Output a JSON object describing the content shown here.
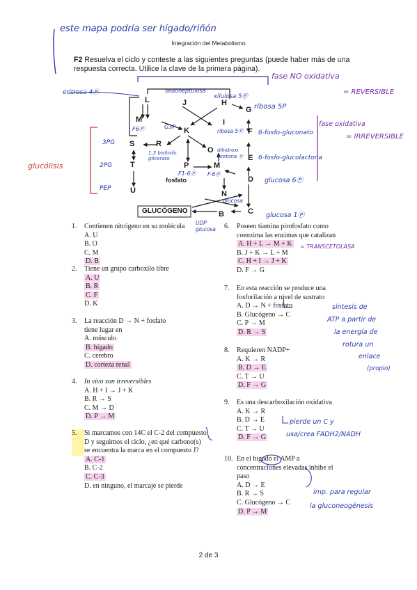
{
  "header": {
    "title": "Integración del Metabolismo",
    "handwritten_note": "este mapa podría ser hígado/riñón"
  },
  "intro": {
    "code": "F2",
    "text": "Resuelva el ciclo y conteste a las siguientes preguntas (puede haber más de una respuesta correcta. Utilice la clave de la primera página)."
  },
  "diagram": {
    "nodes": [
      "L",
      "J",
      "H",
      "G",
      "M",
      "I",
      "K",
      "F",
      "S",
      "R",
      "O",
      "E",
      "T",
      "P",
      "M",
      "D",
      "U",
      "N",
      "C",
      "B"
    ],
    "fosfato_label": "fosfato",
    "glycogen_label": "GLUCÓGENO",
    "annotations": {
      "eritrosa": "eritrosa 4Ⓟ",
      "sedoheptulosa": "sedoheptulosa",
      "xilulosa": "xilulosa 5Ⓟ",
      "ribosa": "ribosa 5P",
      "g3p": "G3P",
      "f6p": "F6Ⓟ",
      "ribosa5": "ribosa 5Ⓟ",
      "dihidroxi": "dihidroxi acetona Ⓟ",
      "bisfosfo": "1,3 bisfosfo glicerato",
      "f16p": "F1-6Ⓟ",
      "f6p2": "F-6Ⓟ",
      "spg": "3PG",
      "dpg": "2PG",
      "pep": "PEP",
      "glucolisis": "glucólisis",
      "f6fosfo": "6-fosfo-gluconato",
      "e6fosfo": "6-fosfo-glucolactona",
      "glucosa6": "glucosa 6Ⓟ",
      "glucosa": "glucosa",
      "glucosa1": "glucosa 1Ⓟ",
      "udp": "UDP glucosa",
      "no_ox_rev": "fase NO oxidativa",
      "reversible": "= REVERSIBLE",
      "ox_irrev": "fase oxidativa",
      "irreversible": "= IRREVERSIBLE"
    }
  },
  "questions": [
    {
      "num": "1.",
      "text": "Contienen nitrógeno en su molécula",
      "options": [
        "A. U",
        "B. O",
        "C. M",
        "D. B"
      ],
      "highlight": [
        3
      ]
    },
    {
      "num": "2.",
      "text": "Tiene un grupo carboxilo libre",
      "options": [
        "A. U",
        "B. R",
        "C. F",
        "D. K"
      ],
      "highlight": [
        0,
        1,
        2
      ]
    },
    {
      "num": "3.",
      "text": "La reacción D → N + fosfato tiene lugar en",
      "options": [
        "A. músculo",
        "B. hígado",
        "C. cerebro",
        "D. corteza renal"
      ],
      "highlight": [
        1,
        3
      ]
    },
    {
      "num": "4.",
      "text": "In vivo son irreversibles",
      "options": [
        "A. H + I → J + K",
        "B. R → S",
        "C. M → D",
        "D. P → M"
      ],
      "highlight": [
        3
      ]
    },
    {
      "num": "5.",
      "text": "Si marcamos con 14C el C-2 del compuesto D y seguimos el ciclo, ¿en qué carbono(s) se encuentra la marca en el compuesto J?",
      "options": [
        "A. C-1",
        "B. C-2",
        "C. C-3",
        "D. en ninguno, el marcaje se pierde"
      ],
      "highlight": [
        0,
        2
      ]
    },
    {
      "num": "6.",
      "text": "Poseen tiamina pirofosfato como coenzima las enzimas que catalizan",
      "options": [
        "A. H + L → M + K",
        "B. J + K → L + M",
        "C. H + I → J + K",
        "D. F → G"
      ],
      "highlight": [
        0,
        2
      ]
    },
    {
      "num": "7.",
      "text": "En esta reacción se produce una fosforilación a nivel de sustrato",
      "options": [
        "A. D → N + fosfato",
        "B. Glucógeno → C",
        "C. P → M",
        "D. R → S"
      ],
      "highlight": [
        3
      ]
    },
    {
      "num": "8.",
      "text": "Requieren NADP+",
      "options": [
        "A. K → R",
        "B. D → E",
        "C. T → U",
        "D. F → G"
      ],
      "highlight": [
        1,
        3
      ]
    },
    {
      "num": "9.",
      "text": "Es una descarboxilación oxidativa",
      "options": [
        "A. K → R",
        "B. D → E",
        "C. T → U",
        "D. F → G"
      ],
      "highlight": [
        3
      ]
    },
    {
      "num": "10.",
      "text": "En el hígado el AMP a concentraciones elevadas inhibe el paso",
      "options": [
        "A. D → E",
        "B. R → S",
        "C. Glucógeno → C",
        "D. P → M"
      ],
      "highlight": [
        3
      ]
    }
  ],
  "side_notes": {
    "q6": "= TRANSCETOLASA",
    "q7_1": "síntesis de",
    "q7_2": "ATP a partir de",
    "q7_3": "la energía de",
    "q7_4": "rotura un",
    "q7_5": "enlace",
    "q7_6": "(propio)",
    "q9_1": "pierde un C y",
    "q9_2": "usa/crea FADH2/NADH",
    "q10_1": "imp. para regular",
    "q10_2": "la gluconeogénesis"
  },
  "footer": {
    "page": "2 de 3"
  }
}
